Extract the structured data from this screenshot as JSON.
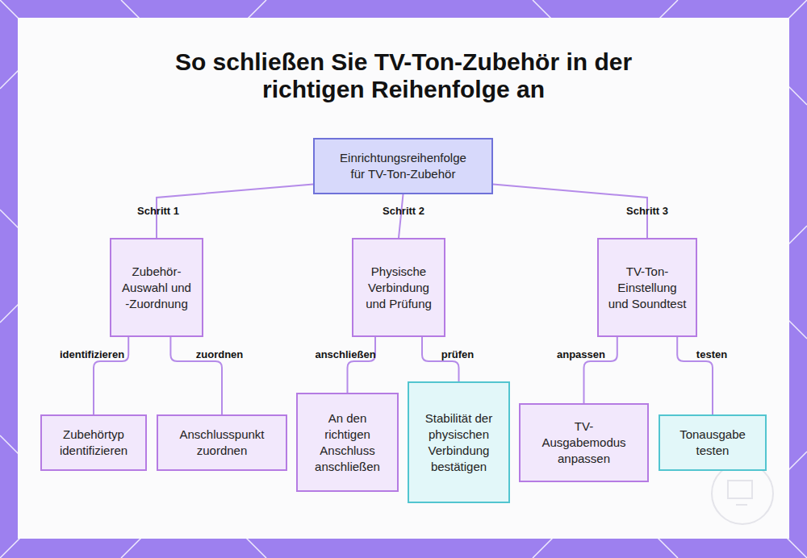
{
  "diagram": {
    "title": "So schließen Sie TV-Ton-Zubehör in der richtigen Reihenfolge an",
    "nodes": [
      {
        "text": [
          "Einrichtungsreihenfolge für TV-Ton-Zubehör"
        ]
      },
      {
        "text": [
          "Zubehör-Auswahl und -Zuordnung"
        ]
      },
      {
        "text": [
          "Physische Verbindung und Prüfung"
        ]
      },
      {
        "text": [
          "TV-Ton-Einstellung und Soundtest"
        ]
      },
      {
        "text": [
          "Zubehörtyp identifizieren"
        ]
      },
      {
        "text": [
          "Anschlusspunkt zuordnen"
        ]
      },
      {
        "text": [
          "An den richtigen Anschluss anschließen"
        ]
      },
      {
        "text": [
          "Stabilität der physischen Verbindung bestätigen"
        ]
      },
      {
        "text": [
          "TV-Ausgabemodus anpassen"
        ]
      },
      {
        "text": [
          "Tonausgabe testen"
        ]
      }
    ],
    "edges": [
      {
        "from": 0,
        "to": 1,
        "label": "Schritt 1",
        "arrow": "none"
      },
      {
        "from": 0,
        "to": 2,
        "label": "Schritt 2",
        "arrow": "none"
      },
      {
        "from": 0,
        "to": 3,
        "label": "Schritt 3",
        "arrow": "none"
      },
      {
        "from": 1,
        "to": 4,
        "label": "identifizieren",
        "arrow": "none"
      },
      {
        "from": 1,
        "to": 5,
        "label": "zuordnen",
        "arrow": "none"
      },
      {
        "from": 2,
        "to": 6,
        "label": "anschließen",
        "arrow": "none"
      },
      {
        "from": 2,
        "to": 7,
        "label": "prüfen",
        "arrow": "none"
      },
      {
        "from": 3,
        "to": 8,
        "label": "anpassen",
        "arrow": "none"
      },
      {
        "from": 3,
        "to": 9,
        "label": "testen",
        "arrow": "none"
      }
    ]
  }
}
